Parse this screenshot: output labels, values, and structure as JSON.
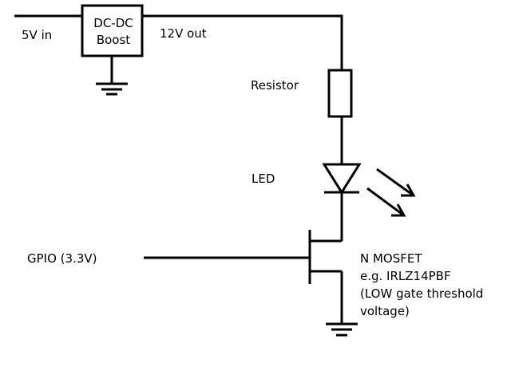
{
  "labels": {
    "input": "5V in",
    "boost_line1": "DC-DC",
    "boost_line2": "Boost",
    "output": "12V out",
    "resistor": "Resistor",
    "led": "LED",
    "gpio": "GPIO (3.3V)",
    "mosfet_line1": "N MOSFET",
    "mosfet_line2": "e.g. IRLZ14PBF",
    "mosfet_line3": "(LOW gate threshold",
    "mosfet_line4": "voltage)"
  },
  "colors": {
    "wire": "#000000",
    "background": "#ffffff"
  }
}
